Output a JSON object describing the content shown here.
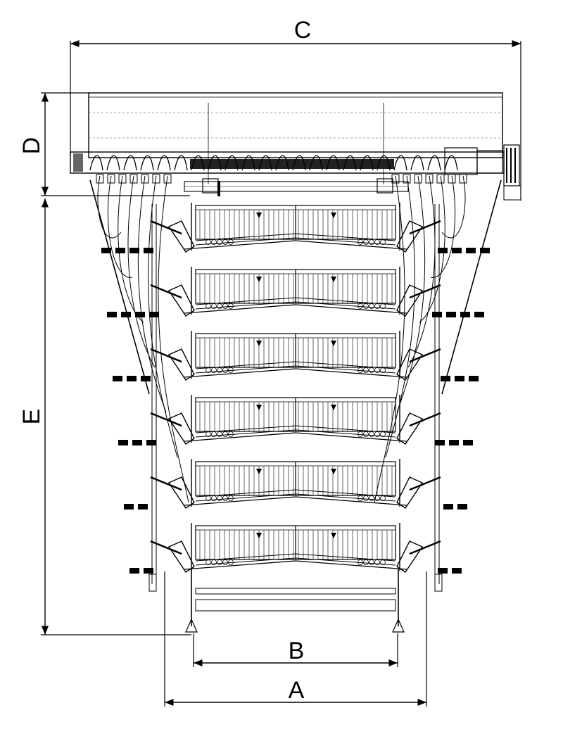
{
  "dimensions": {
    "A": "A",
    "B": "B",
    "C": "C",
    "D": "D",
    "E": "E"
  },
  "tiers": 6
}
